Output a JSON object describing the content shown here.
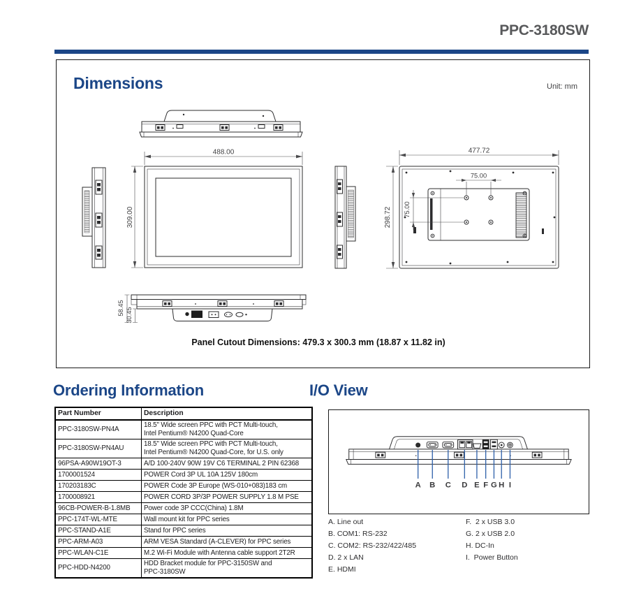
{
  "header": {
    "product": "PPC-3180SW"
  },
  "dimensions": {
    "title": "Dimensions",
    "unit_label": "Unit: mm",
    "front_width": "488.00",
    "front_height": "309.00",
    "rear_width": "477.72",
    "rear_height": "298.72",
    "vesa_width": "75.00",
    "vesa_height": "75.00",
    "depth_total": "58.45",
    "depth_front": "30.45",
    "cutout_note": "Panel Cutout Dimensions: 479.3 x 300.3 mm (18.87 x 11.82 in)"
  },
  "ordering": {
    "title": "Ordering Information",
    "columns": [
      "Part Number",
      "Description"
    ],
    "rows": [
      {
        "part": "PPC-3180SW-PN4A",
        "description": "18.5\" Wide screen PPC with PCT Multi-touch,\nIntel Pentium® N4200 Quad-Core"
      },
      {
        "part": "PPC-3180SW-PN4AU",
        "description": "18.5\" Wide screen PPC with PCT Multi-touch,\nIntel Pentium® N4200 Quad-Core, for U.S. only"
      },
      {
        "part": "96PSA-A90W19OT-3",
        "description": "A/D 100-240V 90W 19V C6 TERMINAL 2 PIN 62368"
      },
      {
        "part": "1700001524",
        "description": "POWER Cord 3P UL 10A 125V 180cm"
      },
      {
        "part": "170203183C",
        "description": "POWER Code 3P Europe (WS-010+083)183 cm"
      },
      {
        "part": "1700008921",
        "description": "POWER CORD 3P/3P POWER SUPPLY 1.8 M PSE"
      },
      {
        "part": "96CB-POWER-B-1.8MB",
        "description": "Power code 3P CCC(China) 1.8M"
      },
      {
        "part": "PPC-174T-WL-MTE",
        "description": "Wall mount kit for PPC series"
      },
      {
        "part": "PPC-STAND-A1E",
        "description": "Stand for PPC series"
      },
      {
        "part": "PPC-ARM-A03",
        "description": "ARM VESA Standard (A-CLEVER) for PPC series"
      },
      {
        "part": "PPC-WLAN-C1E",
        "description": "M.2 Wi-Fi Module with Antenna cable support 2T2R"
      },
      {
        "part": "PPC-HDD-N4200",
        "description": "HDD Bracket module for PPC-3150SW and\nPPC-3180SW"
      }
    ]
  },
  "io_view": {
    "title": "I/O View",
    "port_letters": [
      "A",
      "B",
      "C",
      "D",
      "E",
      "F",
      "G",
      "H",
      "I"
    ],
    "legend_left": [
      "A. Line out",
      "B. COM1: RS-232",
      "C. COM2: RS-232/422/485",
      "D. 2 x LAN",
      "E. HDMI"
    ],
    "legend_right": [
      "F.  2 x USB 3.0",
      "G. 2 x USB 2.0",
      "H. DC-In",
      "I.  Power Button"
    ]
  },
  "colors": {
    "accent_navy": "#1b4687",
    "leader_blue": "#2a5da8",
    "title_gray": "#58595b"
  }
}
